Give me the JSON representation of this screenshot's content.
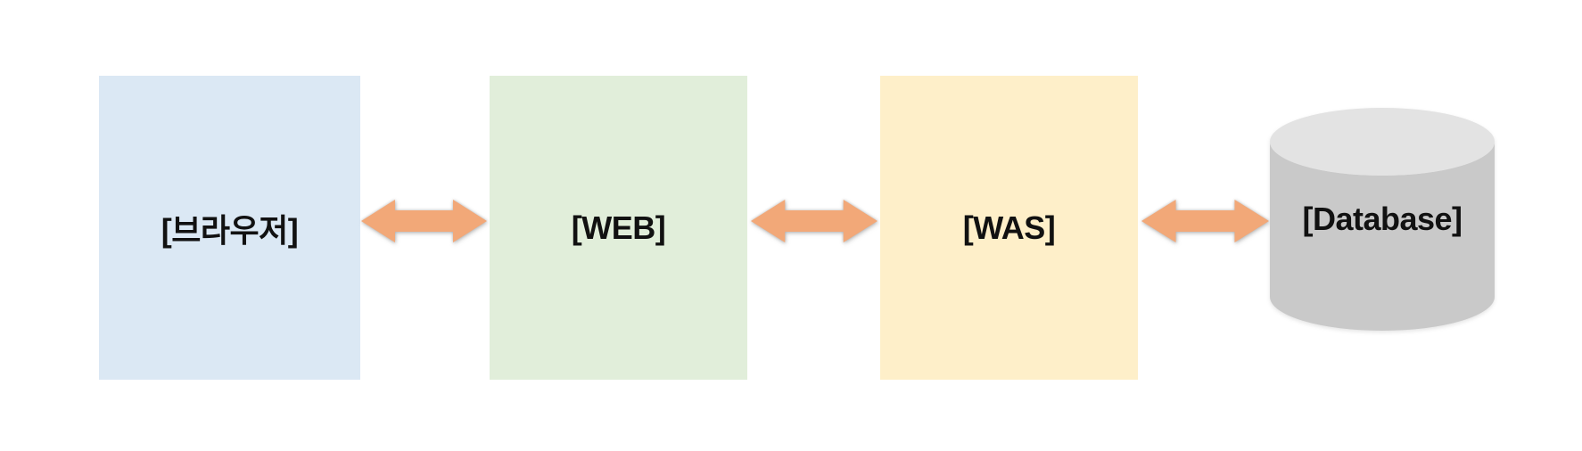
{
  "diagram": {
    "background": "#ffffff",
    "label_text_color": "#111111",
    "nodes": [
      {
        "id": "browser",
        "label": "[브라우저]",
        "shape": "rect",
        "fill": "#dbe8f4"
      },
      {
        "id": "web",
        "label": "[WEB]",
        "shape": "rect",
        "fill": "#e1eeda"
      },
      {
        "id": "was",
        "label": "[WAS]",
        "shape": "rect",
        "fill": "#feefc9"
      },
      {
        "id": "database",
        "label": "[Database]",
        "shape": "cylinder",
        "fill": "#c9c9c9",
        "top_fill": "#e3e3e3"
      }
    ],
    "connectors": [
      {
        "from": "browser",
        "to": "web",
        "type": "double-arrow",
        "color": "#f2a878"
      },
      {
        "from": "web",
        "to": "was",
        "type": "double-arrow",
        "color": "#f2a878"
      },
      {
        "from": "was",
        "to": "database",
        "type": "double-arrow",
        "color": "#f2a878"
      }
    ]
  }
}
